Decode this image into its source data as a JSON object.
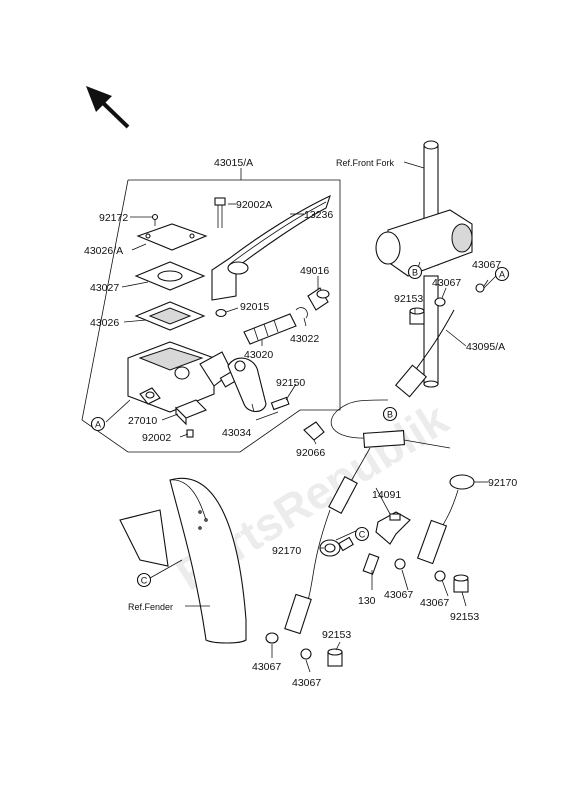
{
  "labels": {
    "l43015": "43015/A",
    "l92172": "92172",
    "l92002a": "92002A",
    "l13236": "13236",
    "l43026a": "43026/A",
    "l43027": "43027",
    "l43026": "43026",
    "l49016": "49016",
    "l92015": "92015",
    "l43022": "43022",
    "l43020": "43020",
    "l92150": "92150",
    "l27010": "27010",
    "l92002": "92002",
    "l43034": "43034",
    "l92066": "92066",
    "refFork": "Ref.Front Fork",
    "l43067a": "43067",
    "l43067b": "43067",
    "l92153a": "92153",
    "l43095": "43095/A",
    "l14091": "14091",
    "l92170a": "92170",
    "l92170b": "92170",
    "l130": "130",
    "l43067c": "43067",
    "l43067d": "43067",
    "l92153b": "92153",
    "refFender": "Ref.Fender",
    "l92153c": "92153",
    "l43067e": "43067",
    "l43067f": "43067"
  },
  "callouts": {
    "A": "A",
    "B": "B",
    "C": "C"
  },
  "watermark": "PartsRepublik"
}
